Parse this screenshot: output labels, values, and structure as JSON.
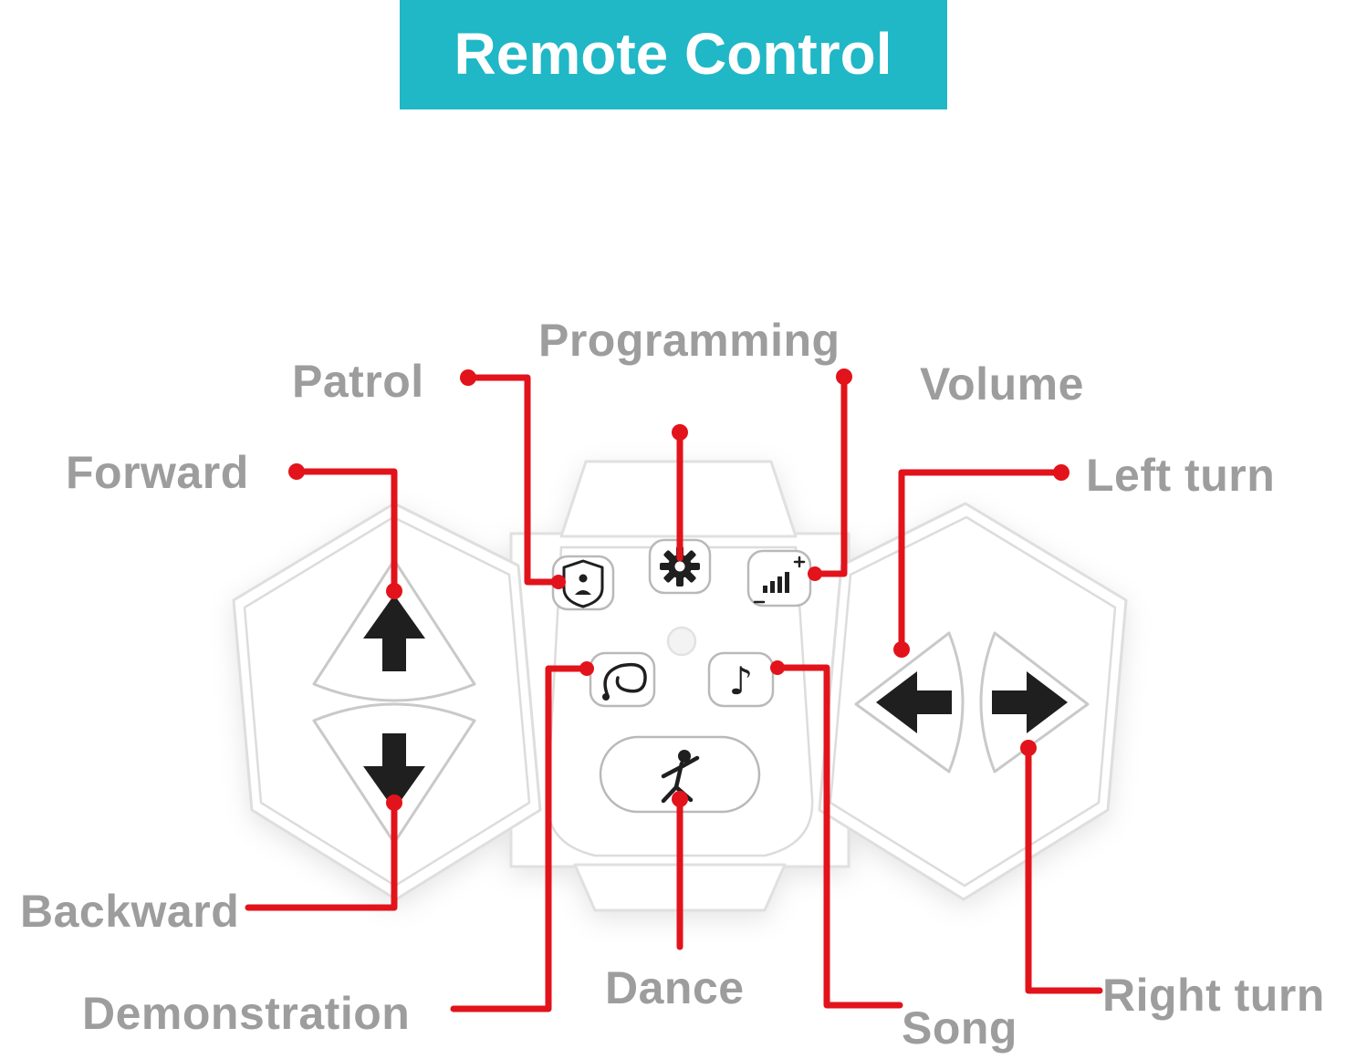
{
  "banner": {
    "title": "Remote Control"
  },
  "colors": {
    "banner_bg": "#20b7c6",
    "banner_text": "#ffffff",
    "callout_red": "#e2131b",
    "label_gray": "#9d9d9d",
    "remote_body": "#ffffff",
    "remote_outline": "#dedede",
    "icon_black": "#1f1f1f"
  },
  "labels": {
    "programming": "Programming",
    "patrol": "Patrol",
    "volume": "Volume",
    "forward": "Forward",
    "left_turn": "Left turn",
    "backward": "Backward",
    "demonstration": "Demonstration",
    "dance": "Dance",
    "song": "Song",
    "right_turn": "Right turn"
  },
  "remote": {
    "buttons": [
      {
        "name": "forward",
        "icon": "up-arrow"
      },
      {
        "name": "backward",
        "icon": "down-arrow"
      },
      {
        "name": "left-turn",
        "icon": "left-arrow"
      },
      {
        "name": "right-turn",
        "icon": "right-arrow"
      },
      {
        "name": "patrol",
        "icon": "shield-person"
      },
      {
        "name": "programming",
        "icon": "gear"
      },
      {
        "name": "volume",
        "icon": "volume-bars-plus-minus"
      },
      {
        "name": "demonstration",
        "icon": "loop-rope"
      },
      {
        "name": "song",
        "icon": "music-note"
      },
      {
        "name": "dance",
        "icon": "dancing-person"
      }
    ]
  },
  "icons": {
    "song_note": "♪"
  }
}
